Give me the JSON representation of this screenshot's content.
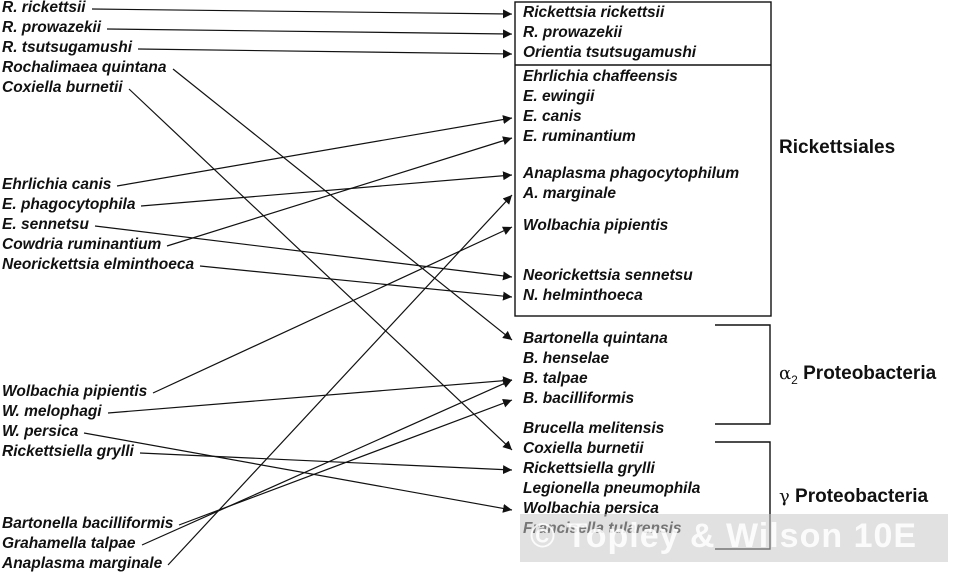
{
  "left_items": [
    "R. rickettsii",
    "R. prowazekii",
    "R. tsutsugamushi",
    "Rochalimaea quintana",
    "Coxiella burnetii",
    "Ehrlichia canis",
    "E. phagocytophila",
    "E. sennetsu",
    "Cowdria ruminantium",
    "Neorickettsia elminthoeca",
    "Wolbachia pipientis",
    "W. melophagi",
    "W. persica",
    "Rickettsiella grylli",
    "Bartonella bacilliformis",
    "Grahamella talpae",
    "Anaplasma marginale"
  ],
  "right_items": [
    "Rickettsia rickettsii",
    "R. prowazekii",
    "Orientia tsutsugamushi",
    "Ehrlichia chaffeensis",
    "E. ewingii",
    "E. canis",
    "E. ruminantium",
    "Anaplasma phagocytophilum",
    "A. marginale",
    "Wolbachia pipientis",
    "Neorickettsia sennetsu",
    "N. helminthoeca",
    "Bartonella quintana",
    "B. henselae",
    "B. talpae",
    "B. bacilliformis",
    "Brucella melitensis",
    "Coxiella burnetii",
    "Rickettsiella grylli",
    "Legionella pneumophila",
    "Wolbachia persica",
    "Francisella tularensis"
  ],
  "mappings": [
    [
      0,
      0
    ],
    [
      1,
      1
    ],
    [
      2,
      2
    ],
    [
      3,
      12
    ],
    [
      4,
      17
    ],
    [
      5,
      5
    ],
    [
      6,
      7
    ],
    [
      7,
      10
    ],
    [
      8,
      6
    ],
    [
      9,
      11
    ],
    [
      10,
      9
    ],
    [
      11,
      14
    ],
    [
      12,
      20
    ],
    [
      13,
      18
    ],
    [
      14,
      15
    ],
    [
      15,
      14
    ],
    [
      16,
      8
    ]
  ],
  "groups": {
    "rickettsiales": "Rickettsiales",
    "alpha_prefix": "α",
    "alpha_sub": "2",
    "alpha_label": "Proteobacteria",
    "gamma_prefix": "γ",
    "gamma_label": "Proteobacteria"
  },
  "watermark": "© Topley & Wilson 10E",
  "colors": {
    "ink": "#111111",
    "watermark_bg": "#c8c8c8"
  }
}
